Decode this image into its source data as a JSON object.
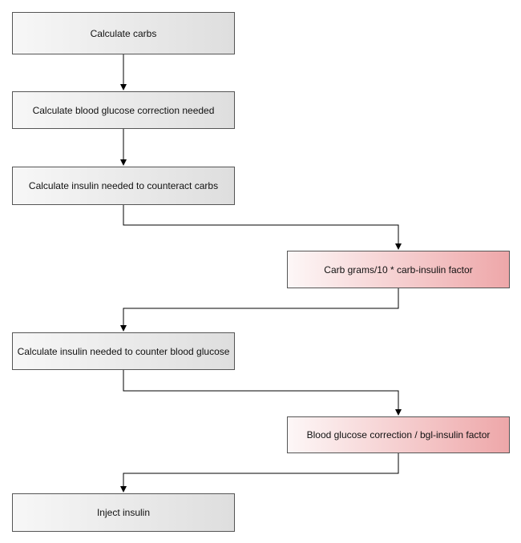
{
  "flowchart": {
    "nodes": [
      {
        "id": "calc-carbs",
        "label": "Calculate carbs",
        "style": "gray"
      },
      {
        "id": "calc-bg-correction",
        "label": "Calculate blood glucose correction needed",
        "style": "gray"
      },
      {
        "id": "calc-insulin-carbs",
        "label": "Calculate insulin needed to counteract carbs",
        "style": "gray"
      },
      {
        "id": "carb-formula",
        "label": "Carb grams/10 * carb-insulin factor",
        "style": "red"
      },
      {
        "id": "calc-insulin-bg",
        "label": "Calculate insulin needed to counter blood glucose",
        "style": "gray"
      },
      {
        "id": "bg-formula",
        "label": "Blood glucose correction / bgl-insulin factor",
        "style": "red"
      },
      {
        "id": "inject-insulin",
        "label": "Inject insulin",
        "style": "gray"
      }
    ],
    "edges": [
      {
        "from": "calc-carbs",
        "to": "calc-bg-correction"
      },
      {
        "from": "calc-bg-correction",
        "to": "calc-insulin-carbs"
      },
      {
        "from": "calc-insulin-carbs",
        "to": "carb-formula"
      },
      {
        "from": "carb-formula",
        "to": "calc-insulin-bg"
      },
      {
        "from": "calc-insulin-bg",
        "to": "bg-formula"
      },
      {
        "from": "bg-formula",
        "to": "inject-insulin"
      }
    ],
    "colors": {
      "gray_start": "#f7f7f7",
      "gray_end": "#dedede",
      "red_start": "#fdf7f7",
      "red_end": "#eea7a9",
      "border": "#555555",
      "connector": "#000000"
    }
  }
}
